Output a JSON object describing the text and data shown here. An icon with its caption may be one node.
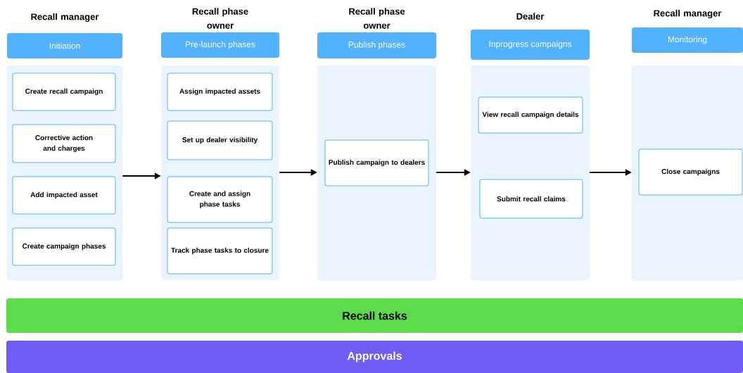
{
  "diagram": {
    "nodes": [
      {
        "text": [
          "Recall manager",
          "Initiation"
        ]
      },
      {
        "text": [],
        "shape": "box"
      },
      {
        "text": [
          "Create recall campaign"
        ],
        "in": 1
      },
      {
        "text": [
          "Corrective action and charges"
        ],
        "in": 1
      },
      {
        "text": [
          "Add impacted asset"
        ],
        "in": 1
      },
      {
        "text": [
          "Create campaign phases"
        ],
        "in": 1
      },
      {
        "text": [
          "Recall phase owner",
          "Pre-launch phases"
        ]
      },
      {
        "text": [],
        "shape": "box"
      },
      {
        "text": [
          "Assign impacted assets"
        ],
        "in": 7
      },
      {
        "text": [
          "Set up dealer visibility"
        ],
        "in": 7
      },
      {
        "text": [
          "Create and assign phase tasks"
        ],
        "in": 7
      },
      {
        "text": [
          "Track phase tasks to closure"
        ],
        "in": 7
      },
      {
        "text": [
          "Recall phase owner",
          "Publish phases"
        ]
      },
      {
        "text": [],
        "shape": "box"
      },
      {
        "text": [
          "Publish campaign to dealers"
        ],
        "in": 13
      },
      {
        "text": [
          "Dealer",
          "Inprogress campaigns"
        ]
      },
      {
        "text": [],
        "shape": "box"
      },
      {
        "text": [
          "View recall campaign details"
        ],
        "in": 16
      },
      {
        "text": [
          "Submit recall claims"
        ],
        "in": 16
      },
      {
        "text": [
          "Recall manager",
          "Monitoring"
        ]
      },
      {
        "text": [],
        "shape": "box"
      },
      {
        "text": [
          "Close campaigns"
        ],
        "in": 20
      },
      {
        "text": [
          "Recall tasks"
        ]
      },
      {
        "text": [
          "Approvals"
        ]
      }
    ],
    "edges": [
      {
        "from": 1,
        "to": 7,
        "arrow": "to"
      },
      {
        "from": 7,
        "to": 13,
        "arrow": "to"
      },
      {
        "from": 13,
        "to": 16,
        "arrow": "to"
      },
      {
        "from": 16,
        "to": 20,
        "arrow": "to"
      }
    ]
  }
}
